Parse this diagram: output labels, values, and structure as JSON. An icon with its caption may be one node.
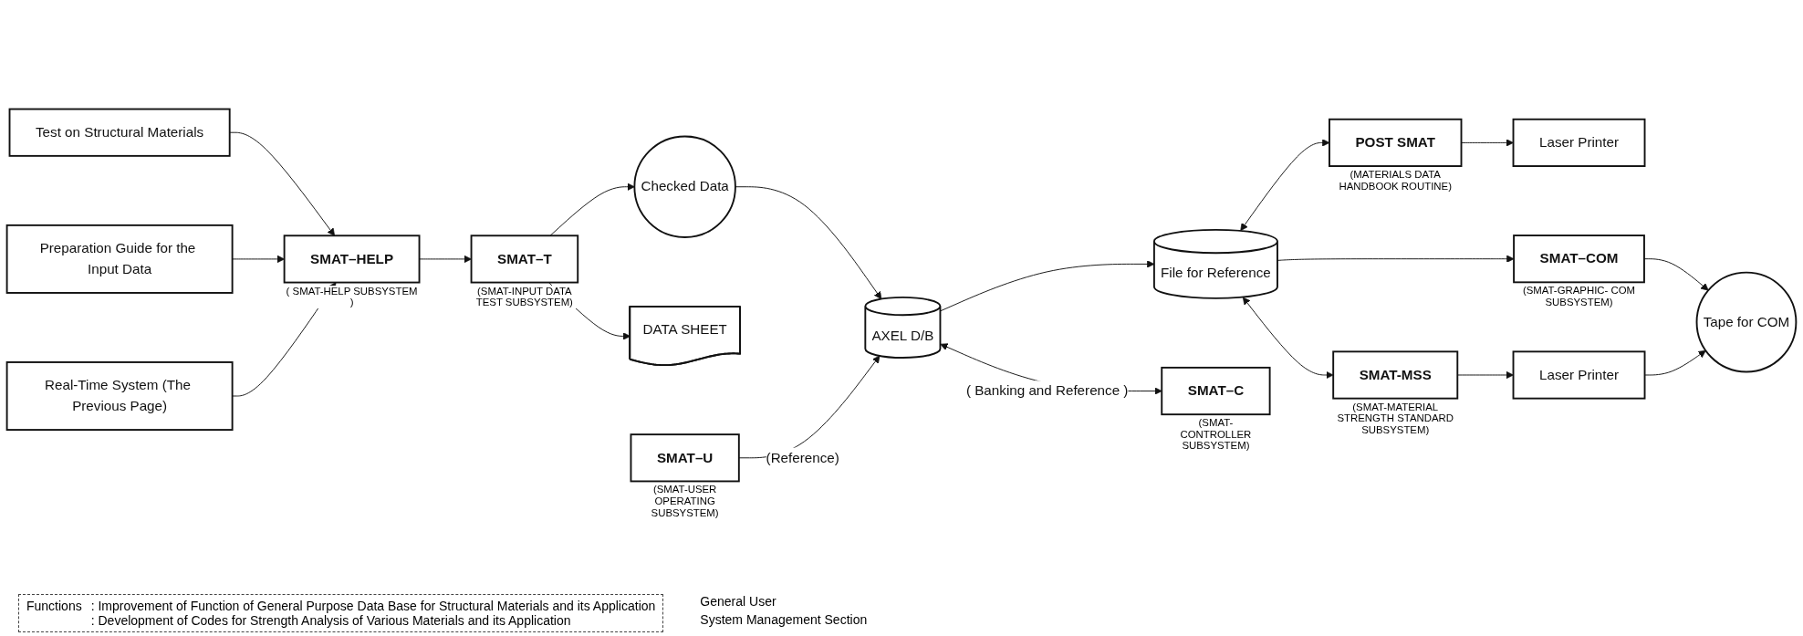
{
  "diagram": {
    "nodes": [
      {
        "text": [
          "Preparation Guide for the Input Data"
        ]
      },
      {
        "text": [
          "Test on Structural Materials"
        ]
      },
      {
        "text": [
          "SMAT–HELP"
        ],
        "beside": [
          "( SMAT-HELP SUBSYSTEM )"
        ]
      },
      {
        "text": [
          "Real-Time System (The Previous Page)"
        ]
      },
      {
        "text": [
          "SMAT–T"
        ],
        "beside": [
          "(SMAT-INPUT DATA TEST SUBSYSTEM)"
        ]
      },
      {
        "text": [
          "Checked Data"
        ]
      },
      {
        "text": [
          "DATA SHEET"
        ]
      },
      {
        "text": [
          "SMAT–U"
        ],
        "beside": [
          "(SMAT-USER OPERATING SUBSYSTEM)"
        ]
      },
      {
        "text": [
          "AXEL D/B"
        ]
      },
      {
        "text": [
          "File for Reference"
        ]
      },
      {
        "text": [
          "POST SMAT"
        ],
        "beside": [
          "(MATERIALS DATA HANDBOOK ROUTINE)"
        ]
      },
      {
        "text": [
          "Laser Printer"
        ]
      },
      {
        "text": [
          "SMAT–COM"
        ],
        "beside": [
          "(SMAT-GRAPHIC- COM SUBSYSTEM)"
        ]
      },
      {
        "text": [
          "Tape for COM"
        ]
      },
      {
        "text": [
          "SMAT–C"
        ],
        "beside": [
          "(SMAT- CONTROLLER SUBSYSTEM)"
        ]
      },
      {
        "text": [
          "SMAT-MSS"
        ],
        "beside": [
          "(SMAT-MATERIAL STRENGTH STANDARD SUBSYSTEM)"
        ]
      },
      {
        "text": [
          "Laser Printer"
        ]
      }
    ],
    "edges": [
      {
        "from": 1,
        "to": 2,
        "arrow": "to"
      },
      {
        "from": 0,
        "to": 2,
        "arrow": "to"
      },
      {
        "from": 3,
        "to": 2,
        "arrow": "to"
      },
      {
        "from": 2,
        "to": 4,
        "arrow": "to"
      },
      {
        "from": 4,
        "to": 5,
        "arrow": "to"
      },
      {
        "from": 4,
        "to": 6,
        "arrow": "to"
      },
      {
        "from": 5,
        "to": 8,
        "arrow": "to"
      },
      {
        "from": 7,
        "to": 8,
        "arrow": "to",
        "label": "(Reference)"
      },
      {
        "from": 8,
        "to": 9,
        "arrow": "to"
      },
      {
        "from": 9,
        "to": 10,
        "arrow": "both"
      },
      {
        "from": 10,
        "to": 11,
        "arrow": "to"
      },
      {
        "from": 9,
        "to": 12,
        "arrow": "to"
      },
      {
        "from": 12,
        "to": 13,
        "arrow": "to"
      },
      {
        "from": 16,
        "to": 13,
        "arrow": "to"
      },
      {
        "from": 8,
        "to": 14,
        "arrow": "both",
        "label": "( Banking and Reference )"
      },
      {
        "from": 9,
        "to": 15,
        "arrow": "both"
      },
      {
        "from": 15,
        "to": 16,
        "arrow": "to"
      }
    ],
    "labels": [
      "General User",
      "System Management Section",
      "Functions",
      ": Improvement of Function of General Purpose Data Base for Structural Materials and its Application",
      ": Development of Codes for Strength Analysis of Various Materials and its Application"
    ]
  }
}
